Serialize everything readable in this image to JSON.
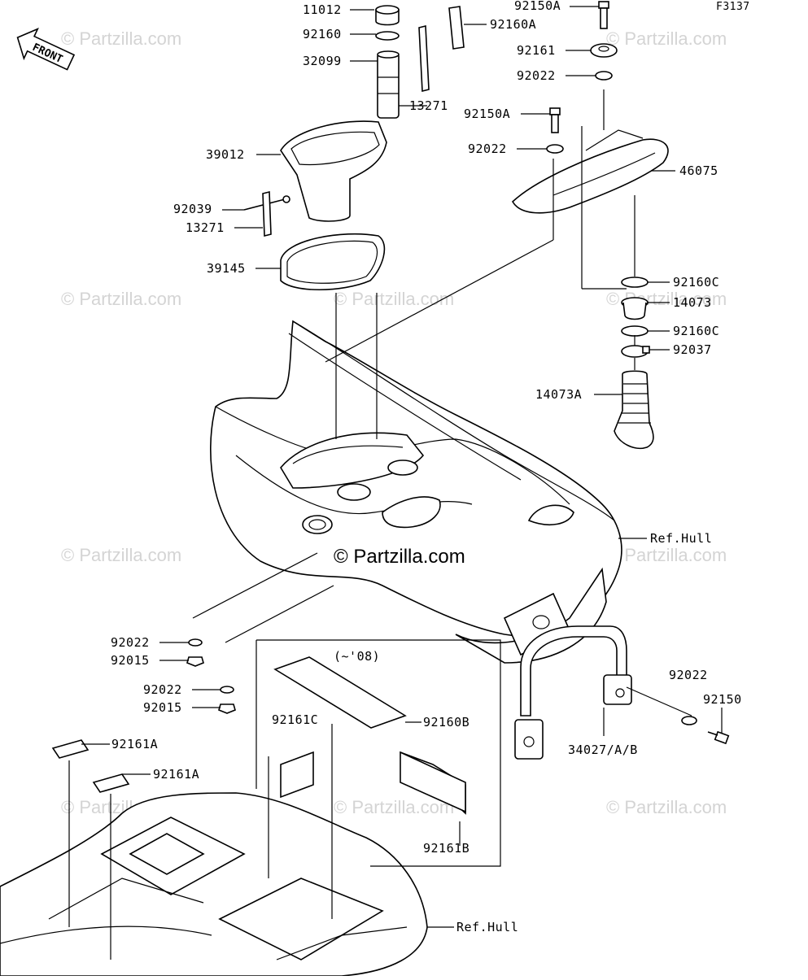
{
  "diagram_code": "F3137",
  "front_label": "FRONT",
  "watermark_main": "© Partzilla.com",
  "watermark": "© Partzilla.com",
  "note_year": "(~'08)",
  "labels": {
    "p11012": "11012",
    "p92160": "92160",
    "p32099": "32099",
    "p13271a": "13271",
    "p39012": "39012",
    "p92039": "92039",
    "p13271b": "13271",
    "p39145": "39145",
    "p92150A1": "92150A",
    "p92160A": "92160A",
    "p92161": "92161",
    "p92022a": "92022",
    "p92150A2": "92150A",
    "p92022b": "92022",
    "p46075": "46075",
    "p92160C1": "92160C",
    "p14073": "14073",
    "p92160C2": "92160C",
    "p92037": "92037",
    "p14073A": "14073A",
    "refHull1": "Ref.Hull",
    "p92022c": "92022",
    "p92015a": "92015",
    "p92022d": "92022",
    "p92015b": "92015",
    "p92160B": "92160B",
    "p92161C": "92161C",
    "p92161A1": "92161A",
    "p92161A2": "92161A",
    "p92161B": "92161B",
    "p92022e": "92022",
    "p92150": "92150",
    "p34027": "34027/A/B",
    "refHull2": "Ref.Hull"
  }
}
